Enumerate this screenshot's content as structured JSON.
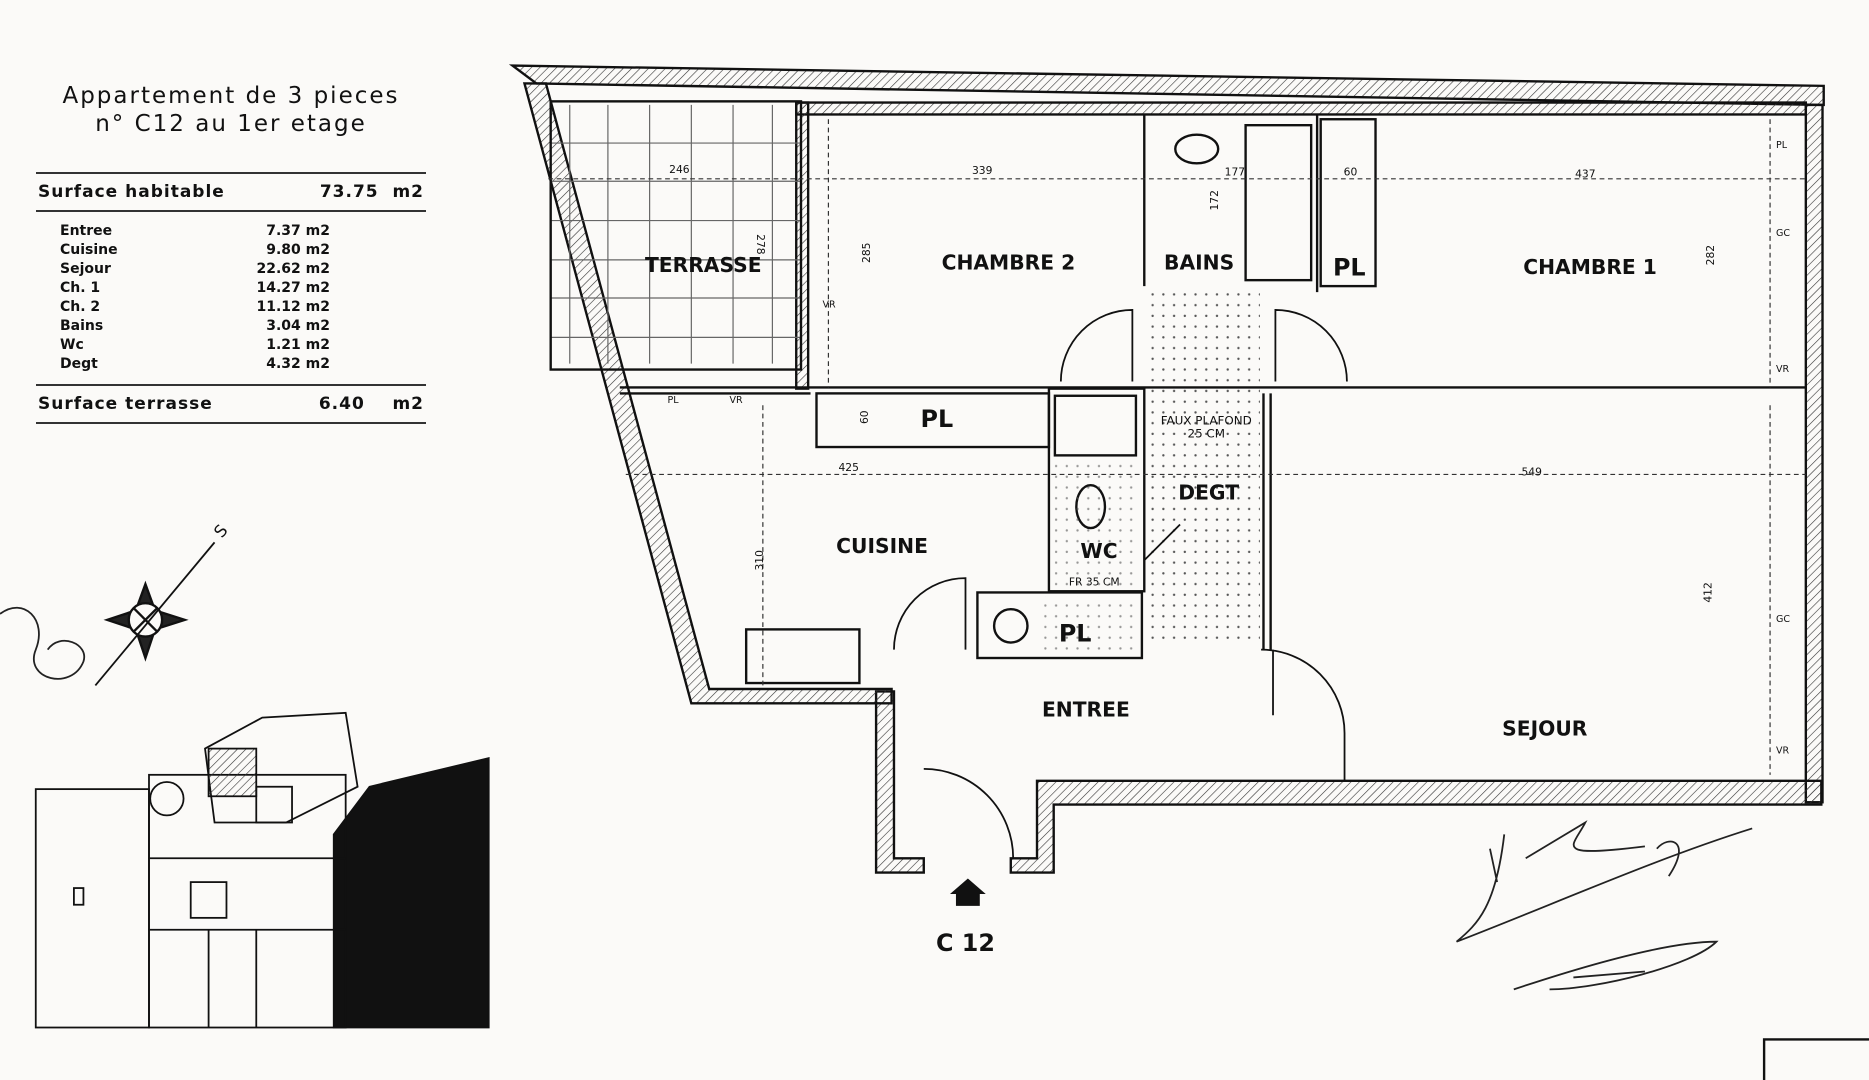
{
  "legend": {
    "title_line1": "Appartement de 3 pieces",
    "title_line2": "n° C12 au 1er etage",
    "surface_habitable_label": "Surface habitable",
    "surface_habitable_value": "73.75  m2",
    "rooms": [
      {
        "name": "Entree",
        "area": "7.37 m2"
      },
      {
        "name": "Cuisine",
        "area": "9.80 m2"
      },
      {
        "name": "Sejour",
        "area": "22.62 m2"
      },
      {
        "name": "Ch. 1",
        "area": "14.27 m2"
      },
      {
        "name": "Ch. 2",
        "area": "11.12 m2"
      },
      {
        "name": "Bains",
        "area": "3.04 m2"
      },
      {
        "name": "Wc",
        "area": "1.21 m2"
      },
      {
        "name": "Degt",
        "area": "4.32 m2"
      }
    ],
    "surface_terrasse_label": "Surface terrasse",
    "surface_terrasse_value": "6.40    m2"
  },
  "compass": {
    "north_label": "S"
  },
  "plan": {
    "rooms": {
      "terrasse": "TERRASSE",
      "chambre2": "CHAMBRE 2",
      "bains": "BAINS",
      "chambre1": "CHAMBRE 1",
      "cuisine": "CUISINE",
      "wc": "WC",
      "degt": "DEGT",
      "entree": "ENTREE",
      "sejour": "SEJOUR"
    },
    "placard": "PL",
    "faux_plafond_1": "FAUX PLAFOND",
    "faux_plafond_2": "25 CM",
    "fr_note": "FR 35 CM",
    "unit_label": "C 12",
    "small_labels": {
      "vr": "VR",
      "gc": "GC",
      "pl": "PL"
    },
    "dimensions": {
      "d246": "246",
      "d278": "278",
      "d285": "285",
      "d339": "339",
      "d172": "172",
      "d177": "177",
      "d60a": "60",
      "d437": "437",
      "d282": "282",
      "d60b": "60",
      "d425": "425",
      "d310": "310",
      "d549": "549",
      "d412": "412"
    }
  },
  "colors": {
    "ink": "#111111",
    "paper": "#fbfaf8",
    "dots": "#555555"
  }
}
